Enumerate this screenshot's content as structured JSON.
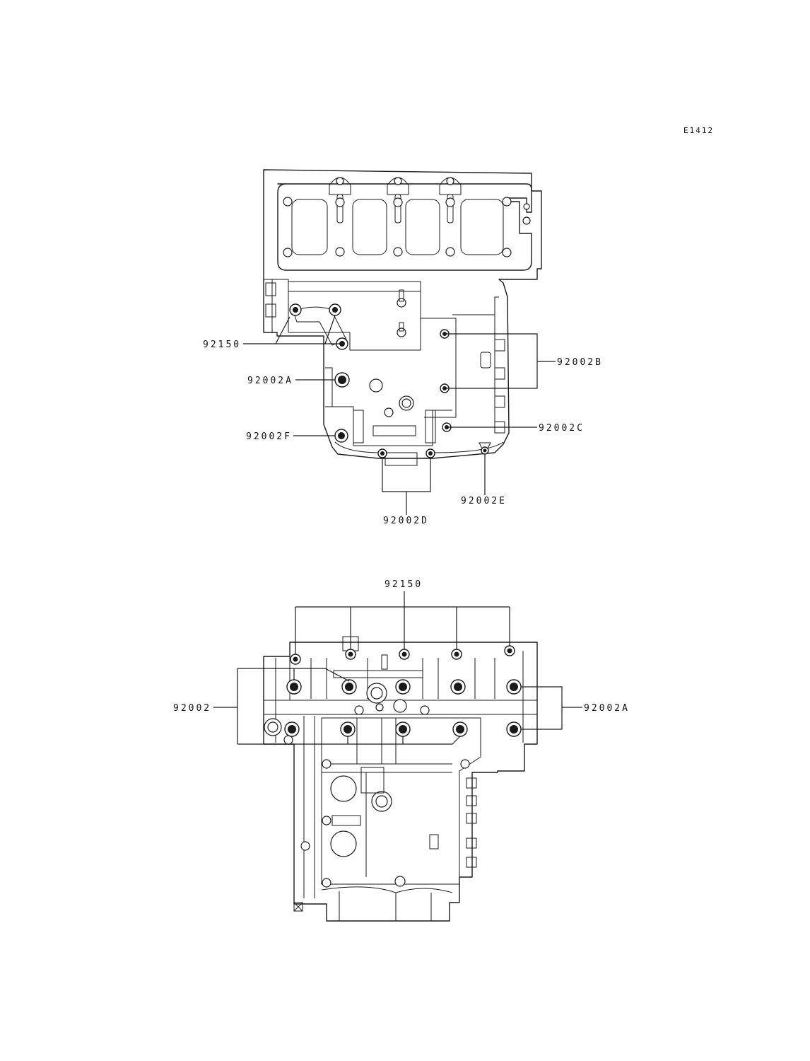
{
  "drawing_code": "E1412",
  "upper_view": {
    "labels": {
      "l92150": "92150",
      "l92002A": "92002A",
      "l92002F": "92002F",
      "l92002B": "92002B",
      "l92002C": "92002C",
      "l92002D": "92002D",
      "l92002E": "92002E"
    }
  },
  "lower_view": {
    "labels": {
      "l92150": "92150",
      "l92002": "92002",
      "l92002A": "92002A"
    }
  }
}
